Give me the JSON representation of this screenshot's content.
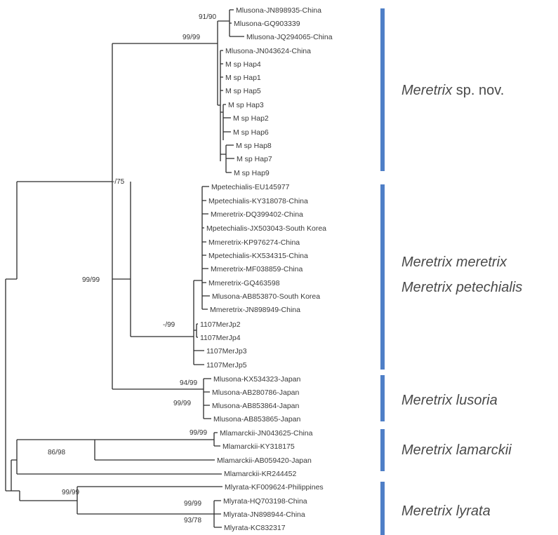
{
  "tree": {
    "line_color": "#2b2b2b",
    "taxa": [
      "Mlusona-JN898935-China",
      "Mlusona-GQ903339",
      "Mlusona-JQ294065-China",
      "Mlusona-JN043624-China",
      "M sp Hap4",
      "M sp Hap1",
      "M sp Hap5",
      "M sp Hap3",
      "M sp Hap2",
      "M sp Hap6",
      "M sp Hap8",
      "M sp Hap7",
      "M sp Hap9",
      "Mpetechialis-EU145977",
      "Mpetechialis-KY318078-China",
      "Mmeretrix-DQ399402-China",
      "Mpetechialis-JX503043-South Korea",
      "Mmeretrix-KP976274-China",
      "Mpetechialis-KX534315-China",
      "Mmeretrix-MF038859-China",
      "Mmeretrix-GQ463598",
      "Mlusona-AB853870-South Korea",
      "Mmeretrix-JN898949-China",
      "1107MerJp2",
      "1107MerJp4",
      "1107MerJp3",
      "1107MerJp5",
      "Mlusona-KX534323-Japan",
      "Mlusona-AB280786-Japan",
      "Mlusona-AB853864-Japan",
      "Mlusona-AB853865-Japan",
      "Mlamarckii-JN043625-China",
      "Mlamarckii-KY318175",
      "Mlamarckii-AB059420-Japan",
      "Mlamarckii-KR244452",
      "Mlyrata-KF009624-Philippines",
      "Mlyrata-HQ703198-China",
      "Mlyrata-JN898944-China",
      "Mlyrata-KC832317"
    ],
    "support_values": [
      "91/90",
      "99/99",
      "-/75",
      "99/99",
      "-/99",
      "94/99",
      "99/99",
      "99/99",
      "86/98",
      "99/99",
      "99/99",
      "93/78"
    ]
  },
  "clades": [
    {
      "italic": "Meretrix",
      "rest": " sp. nov.",
      "color": "#4f7fc7"
    },
    {
      "italic": "Meretrix meretrix",
      "rest": "",
      "italic2": "Meretrix petechialis",
      "color": "#4f7fc7"
    },
    {
      "italic": "Meretrix lusoria",
      "rest": "",
      "color": "#4f7fc7"
    },
    {
      "italic": "Meretrix lamarckii",
      "rest": "",
      "color": "#4f7fc7"
    },
    {
      "italic": "Meretrix lyrata",
      "rest": "",
      "color": "#4f7fc7"
    }
  ]
}
